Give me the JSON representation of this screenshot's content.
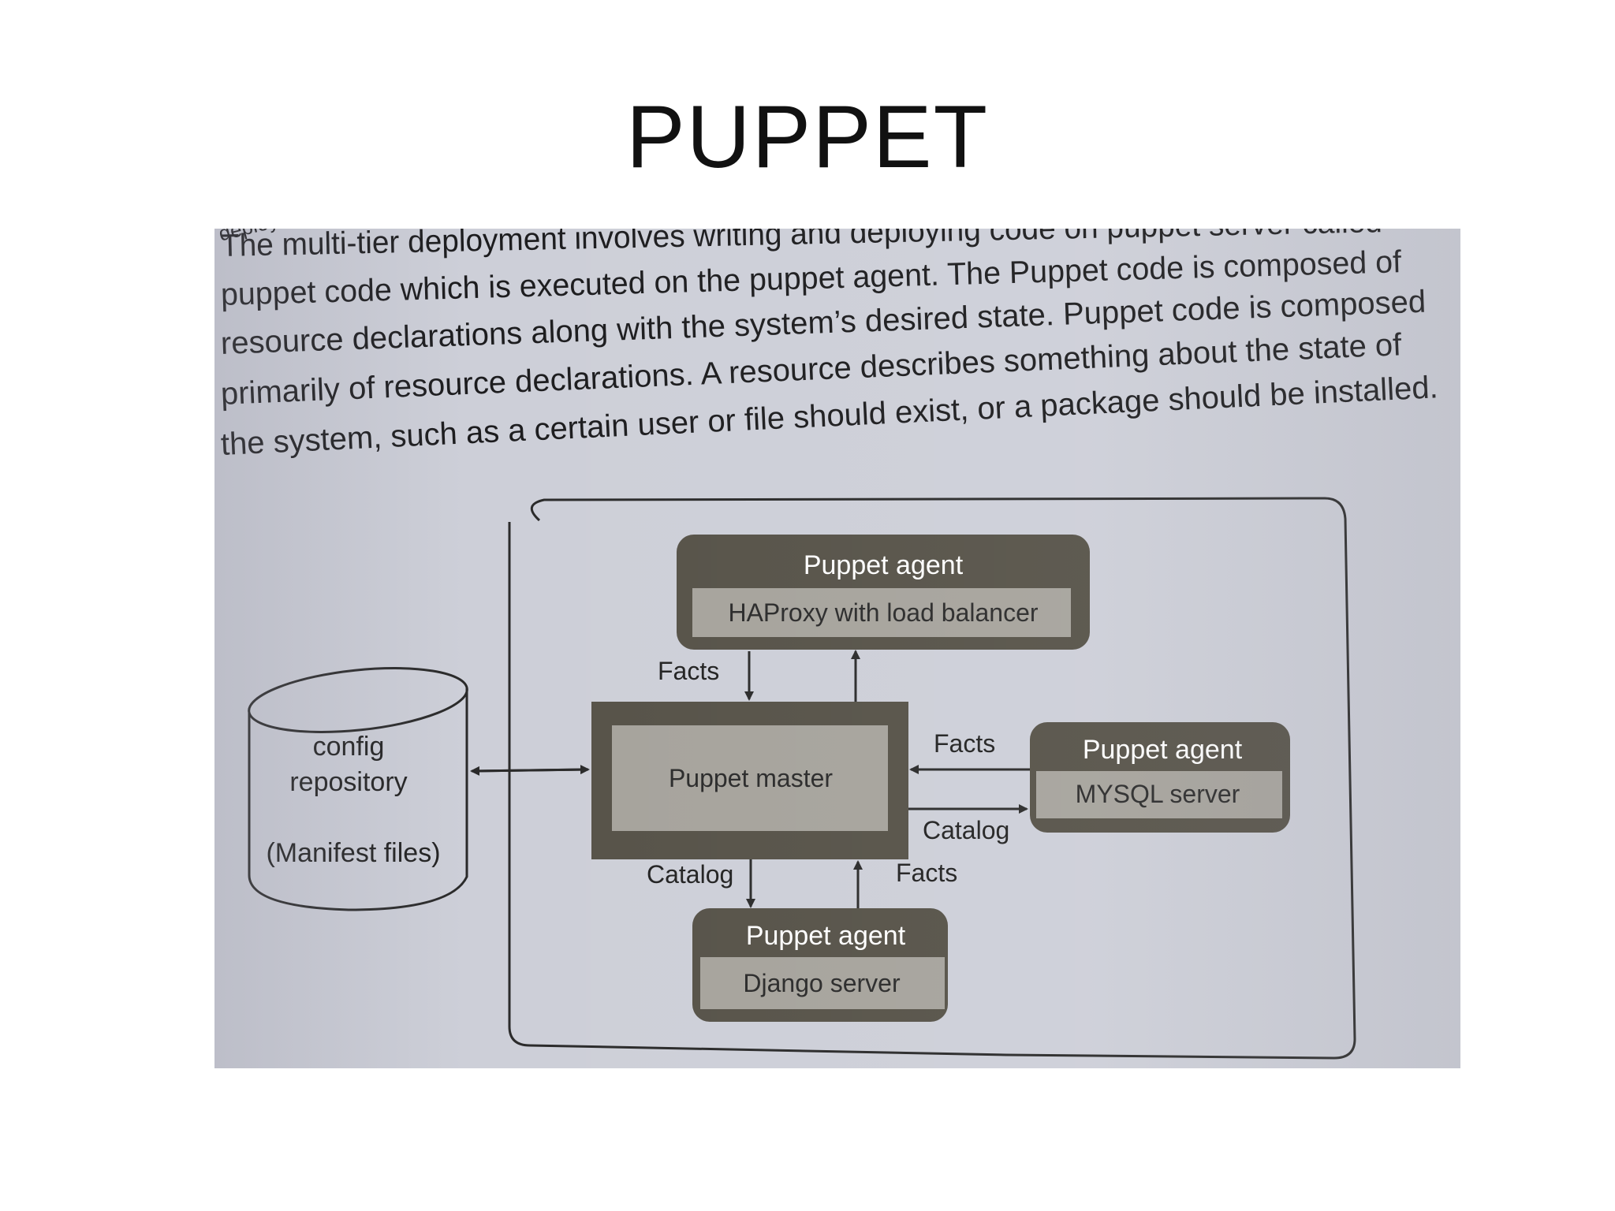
{
  "slide": {
    "title": "PUPPET"
  },
  "book": {
    "lines": [
      "deploy",
      "The multi-tier deployment involves writing and deploying code on puppet server called",
      "puppet code which is executed on the puppet agent. The Puppet code is composed of",
      "resource declarations along with the system’s desired state. Puppet code is composed",
      "primarily of resource declarations. A resource describes something about the state of",
      "the system, such as a certain user or file should exist, or a package should be installed."
    ]
  },
  "diagram": {
    "repository": {
      "line1": "config",
      "line2": "repository",
      "line3": "(Manifest files)"
    },
    "master": {
      "label": "Puppet master"
    },
    "agent_top": {
      "title": "Puppet agent",
      "label": "HAProxy with load balancer"
    },
    "agent_right": {
      "title": "Puppet agent",
      "label": "MYSQL server"
    },
    "agent_bottom": {
      "title": "Puppet agent",
      "label": "Django server"
    },
    "edges": {
      "top_facts": "Facts",
      "right_facts": "Facts",
      "right_catalog": "Catalog",
      "bottom_catalog": "Catalog",
      "bottom_facts": "Facts"
    }
  }
}
